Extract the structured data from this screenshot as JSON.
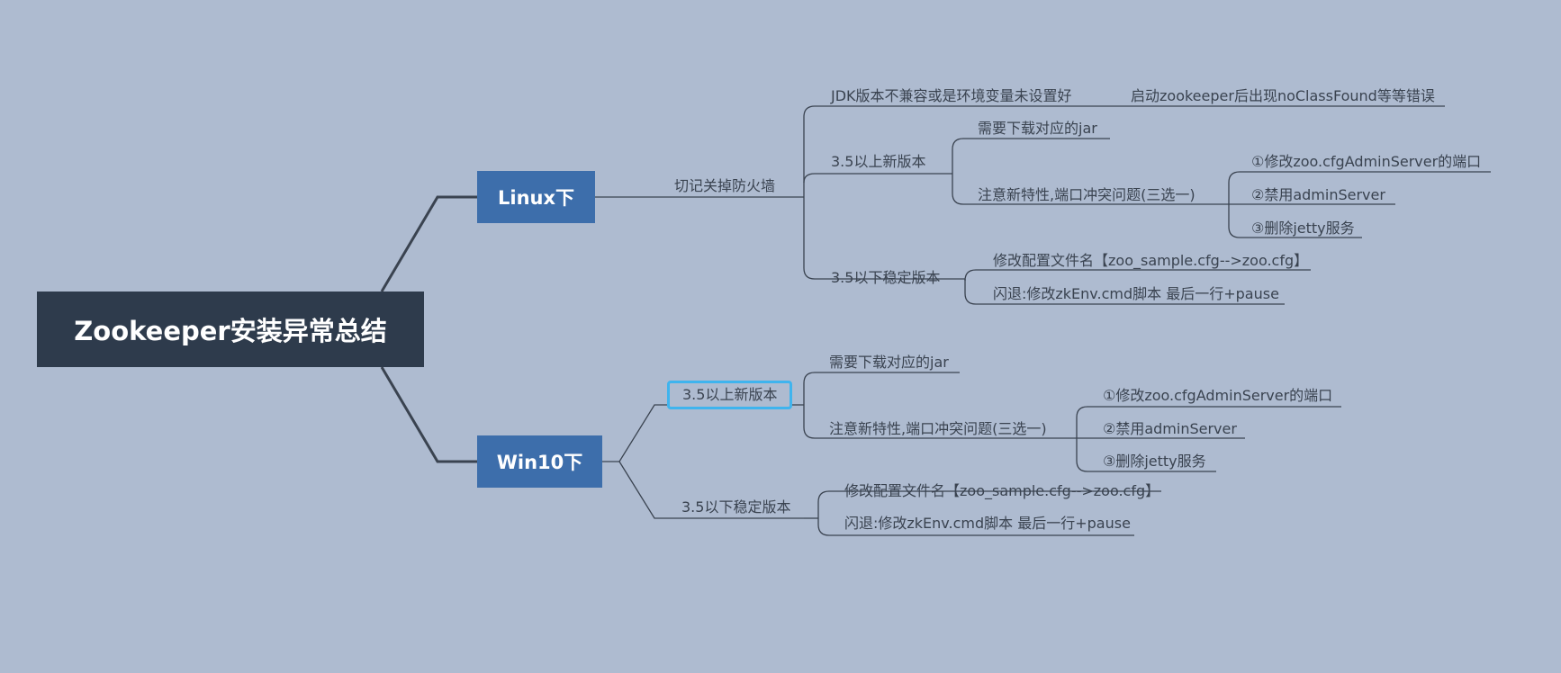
{
  "root": {
    "label": "Zookeeper安装异常总结"
  },
  "linux": {
    "label": "Linux下",
    "firewall": "切记关掉防火墙",
    "jdk": "JDK版本不兼容或是环境变量未设置好",
    "jdk_error": "启动zookeeper后出现noClassFound等等错误",
    "new_version": "3.5以上新版本",
    "new_jar": "需要下载对应的jar",
    "new_port": "注意新特性,端口冲突问题(三选一)",
    "opt1": "①修改zoo.cfgAdminServer的端口",
    "opt2": "②禁用adminServer",
    "opt3": "③删除jetty服务",
    "stable_version": "3.5以下稳定版本",
    "stable_cfg": "修改配置文件名【zoo_sample.cfg-->zoo.cfg】",
    "stable_crash": "闪退:修改zkEnv.cmd脚本 最后一行+pause"
  },
  "win": {
    "label": "Win10下",
    "new_version": "3.5以上新版本",
    "new_jar": "需要下载对应的jar",
    "new_port": "注意新特性,端口冲突问题(三选一)",
    "opt1": "①修改zoo.cfgAdminServer的端口",
    "opt2": "②禁用adminServer",
    "opt3": "③删除jetty服务",
    "stable_version": "3.5以下稳定版本",
    "stable_cfg": "修改配置文件名【zoo_sample.cfg-->zoo.cfg】",
    "stable_crash": "闪退:修改zkEnv.cmd脚本 最后一行+pause"
  },
  "colors": {
    "background": "#aebbd0",
    "root": "#2e3b4c",
    "branch": "#3d6eab",
    "line": "#3a4350",
    "selection": "#3fb4ee"
  }
}
